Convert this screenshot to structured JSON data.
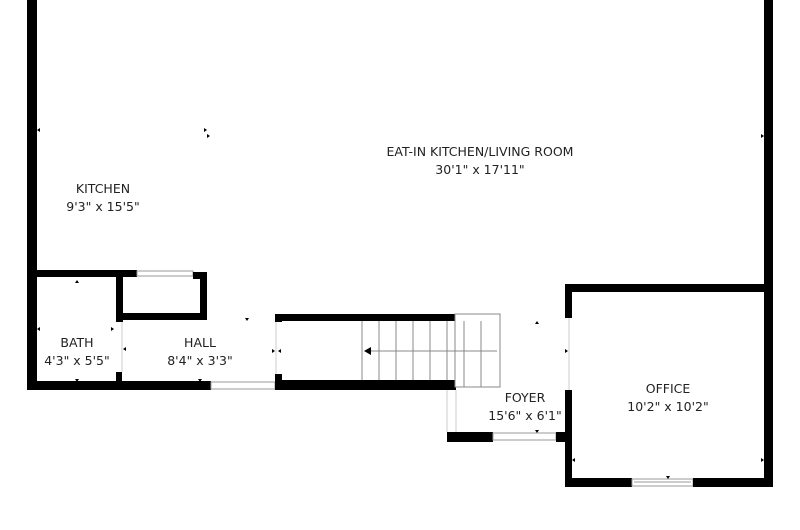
{
  "rooms": [
    {
      "name": "EAT-IN KITCHEN/LIVING ROOM",
      "size": "30'1\" x 17'11\""
    },
    {
      "name": "KITCHEN",
      "size": "9'3\" x 15'5\""
    },
    {
      "name": "BATH",
      "size": "4'3\" x 5'5\""
    },
    {
      "name": "HALL",
      "size": "8'4\" x 3'3\""
    },
    {
      "name": "FOYER",
      "size": "15'6\" x 6'1\""
    },
    {
      "name": "OFFICE",
      "size": "10'2\" x 10'2\""
    }
  ]
}
